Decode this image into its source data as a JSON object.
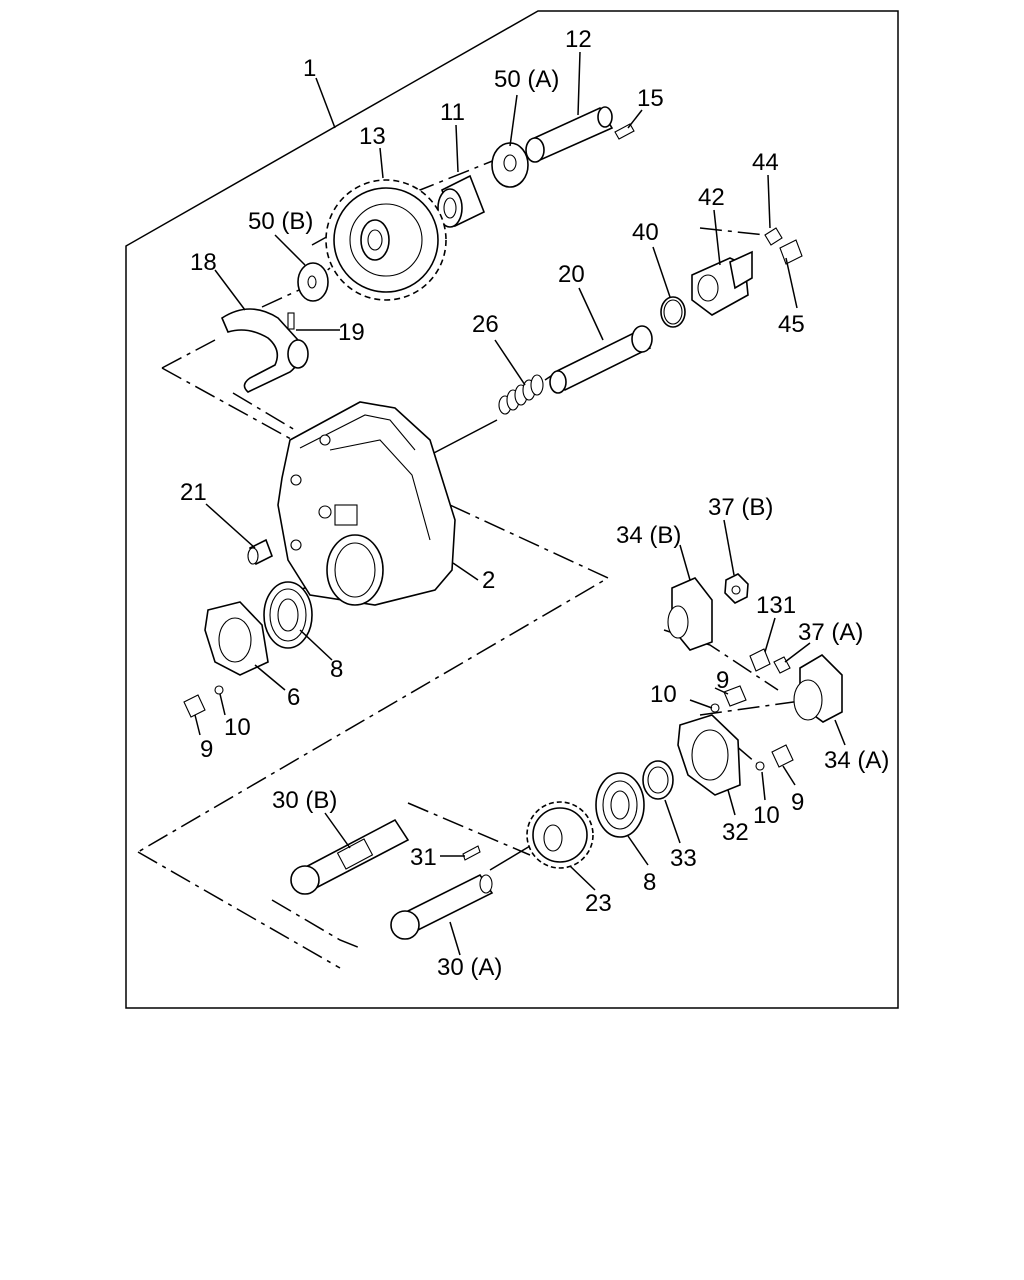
{
  "labels": {
    "p1": "1",
    "p2": "2",
    "p6": "6",
    "p8a": "8",
    "p8b": "8",
    "p9a": "9",
    "p9b": "9",
    "p9c": "9",
    "p10a": "10",
    "p10b": "10",
    "p10c": "10",
    "p11": "11",
    "p12": "12",
    "p13": "13",
    "p15": "15",
    "p18": "18",
    "p19": "19",
    "p20": "20",
    "p21": "21",
    "p23": "23",
    "p26": "26",
    "p30a": "30 (A)",
    "p30b": "30 (B)",
    "p31": "31",
    "p32": "32",
    "p33": "33",
    "p34a": "34 (A)",
    "p34b": "34 (B)",
    "p37a": "37 (A)",
    "p37b": "37 (B)",
    "p40": "40",
    "p42": "42",
    "p44": "44",
    "p45": "45",
    "p50a": "50 (A)",
    "p50b": "50 (B)",
    "p131": "131"
  }
}
